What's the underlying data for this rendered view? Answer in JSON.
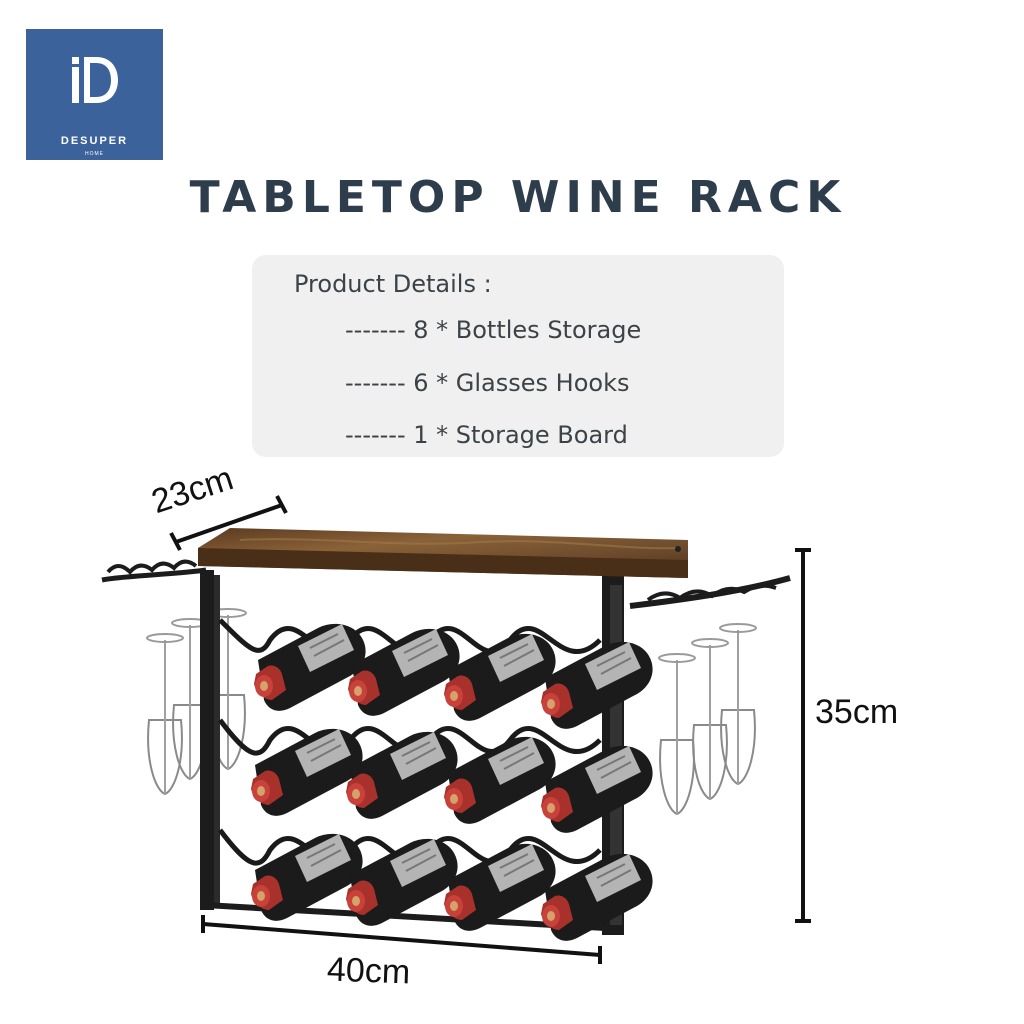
{
  "brand": {
    "name": "DESUPER",
    "sub": "HOME",
    "bg_color": "#3b629a"
  },
  "title": "TABLETOP WINE RACK",
  "details": {
    "heading": "Product Details :",
    "items": [
      "------- 8 * Bottles Storage",
      "------- 6 * Glasses Hooks",
      "------- 1 * Storage Board"
    ]
  },
  "dimensions": {
    "depth": "23cm",
    "height": "35cm",
    "width": "40cm"
  },
  "colors": {
    "wood": "#6b4a2c",
    "frame": "#1c1c1c",
    "cap": "#a8322b",
    "title": "#2e3d4c"
  }
}
